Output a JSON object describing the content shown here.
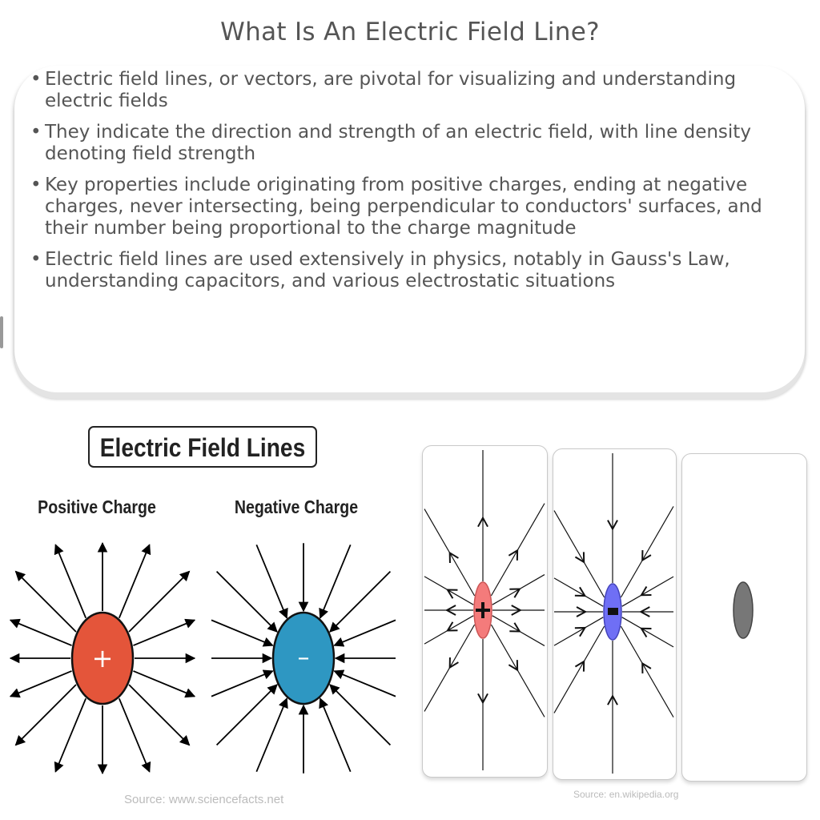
{
  "title": "What Is An Electric Field Line?",
  "bullets": [
    "Electric field lines, or vectors, are pivotal for visualizing and understanding electric fields",
    "They indicate the direction and strength of an electric field, with line density denoting field strength",
    "Key properties include originating from positive charges, ending at negative charges, never intersecting, being perpendicular to conductors' surfaces, and their number being proportional to the charge magnitude",
    "Electric field lines are used extensively in physics, notably in Gauss's Law, understanding capacitors, and various electrostatic situations"
  ],
  "left_diagram": {
    "heading": "Electric Field Lines",
    "positive_label": "Positive Charge",
    "negative_label": "Negative Charge",
    "positive_sign": "+",
    "negative_sign": "–",
    "positive_color": "#e4553a",
    "negative_color": "#2e97c2",
    "source": "Source: www.sciencefacts.net"
  },
  "right_diagram": {
    "positive_color": "#f47b7b",
    "negative_color": "#6f6ff5",
    "neutral_color": "#777777",
    "source": "Source: en.wikipedia.org"
  }
}
